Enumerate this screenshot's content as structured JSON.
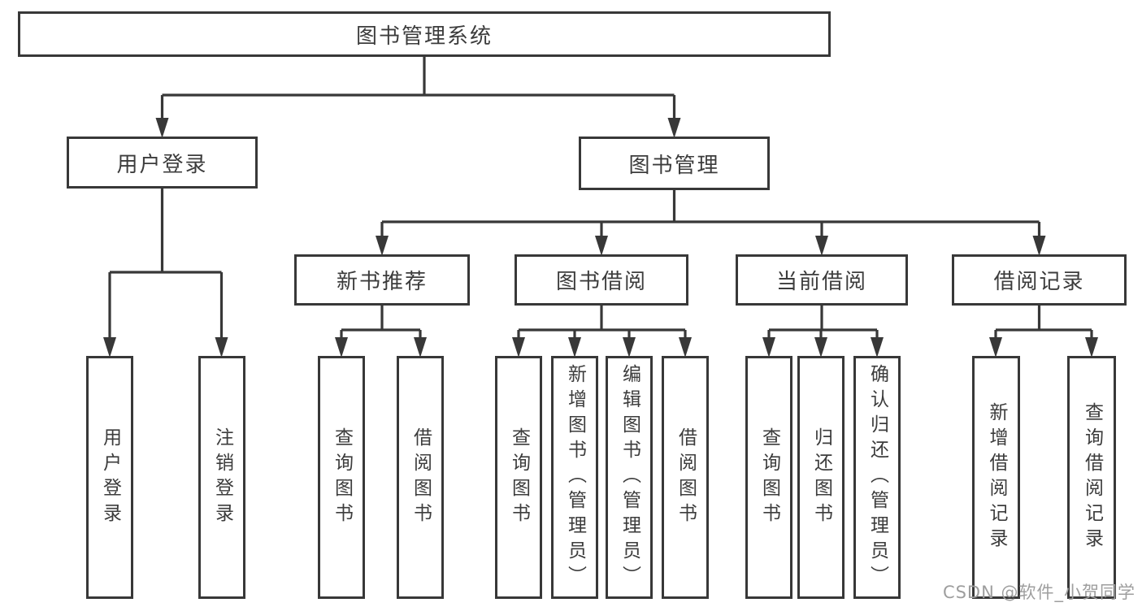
{
  "tree": {
    "label": "图书管理系统",
    "children": [
      {
        "label": "用户登录",
        "children": [
          {
            "label": "用户登录"
          },
          {
            "label": "注销登录"
          }
        ]
      },
      {
        "label": "图书管理",
        "children": [
          {
            "label": "新书推荐",
            "children": [
              {
                "label": "查询图书"
              },
              {
                "label": "借阅图书"
              }
            ]
          },
          {
            "label": "图书借阅",
            "children": [
              {
                "label": "查询图书"
              },
              {
                "label": "新增图书（管理员）"
              },
              {
                "label": "编辑图书（管理员）"
              },
              {
                "label": "借阅图书"
              }
            ]
          },
          {
            "label": "当前借阅",
            "children": [
              {
                "label": "查询图书"
              },
              {
                "label": "归还图书"
              },
              {
                "label": "确认归还（管理员）"
              }
            ]
          },
          {
            "label": "借阅记录",
            "children": [
              {
                "label": "新增借阅记录"
              },
              {
                "label": "查询借阅记录"
              }
            ]
          }
        ]
      }
    ]
  },
  "watermark": {
    "text": "CSDN @软件_小贺同学"
  },
  "colors": {
    "line": "#383838",
    "box_border": "#383838",
    "text": "#3c3c3c",
    "watermark": "#9e9e9e",
    "background": "#ffffff"
  }
}
